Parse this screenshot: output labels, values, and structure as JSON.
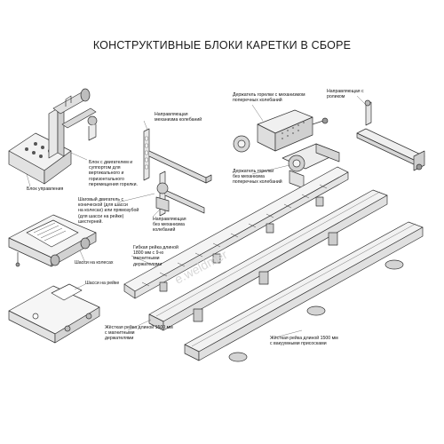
{
  "title": "КОНСТРУКТИВНЫЕ БЛОКИ КАРЕТКИ В СБОРЕ",
  "labels": {
    "motor_block": [
      "Блок с двигателем и",
      "суппортом для",
      "вертикального и",
      "горизонтального",
      "перемещения горелки."
    ],
    "control_block": [
      "Блок управления"
    ],
    "guide_osc": [
      "Направляющая",
      "механизма колебаний"
    ],
    "holder_osc": [
      "Держатель горелки с механизмом",
      "поперечных колебаний"
    ],
    "guide_roller": [
      "Направляющая с",
      "роликом"
    ],
    "holder_no_osc": [
      "Держатель горелки",
      "без механизма",
      "поперечных колебаний"
    ],
    "guide_no_osc": [
      "Направляющая",
      "без механизма",
      "колебаний"
    ],
    "stepper": [
      "Шаговый двигатель с",
      "конической (для шасси",
      "на колесах) или прямозубой",
      "(для шасси на рейке)",
      "шестерней."
    ],
    "chassis_wheels": [
      "Шасси на колесах"
    ],
    "flex_rail": [
      "Гибкая рейка длиной",
      "1800 мм с 9-ю",
      "магнитными",
      "держателями"
    ],
    "chassis_rail": [
      "Шасси на рейке"
    ],
    "rigid_magnet": [
      "Жёсткая рейка длиной 1500 мм",
      "с магнитными",
      "держателями"
    ],
    "rigid_vacuum": [
      "Жёсткая рейка длиной 1500 мм",
      "с вакуумными присосками"
    ]
  },
  "watermark": "e.weldmer"
}
